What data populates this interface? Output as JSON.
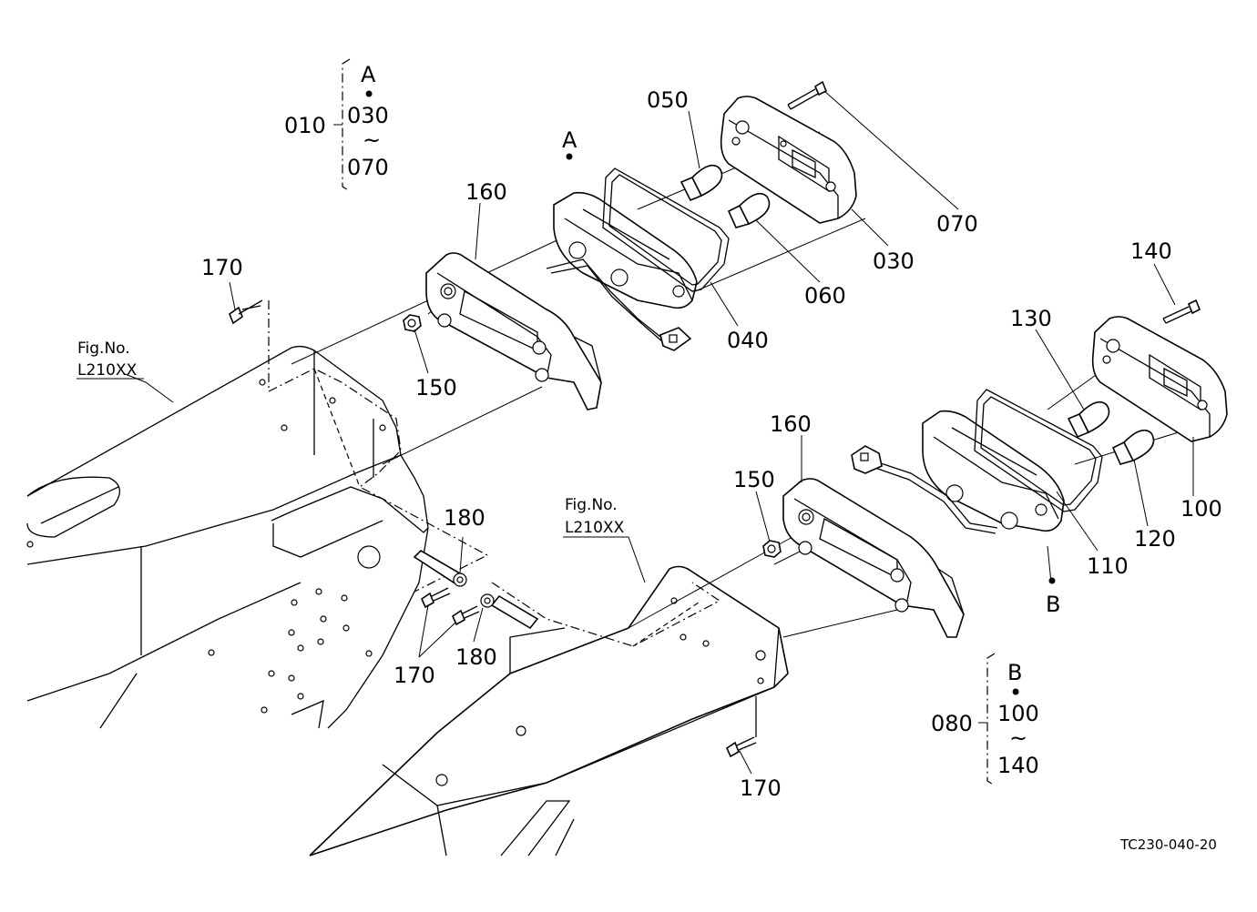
{
  "callouts": {
    "c010": "010",
    "c030": "030",
    "c040": "040",
    "c050": "050",
    "c060": "060",
    "c070": "070",
    "c080": "080",
    "c100": "100",
    "c110": "110",
    "c120": "120",
    "c130": "130",
    "c140": "140",
    "c150_top": "150",
    "c150_bottom": "150",
    "c160_top": "160",
    "c160_bottom": "160",
    "c170_top": "170",
    "c170_middle": "170",
    "c170_bottom": "170",
    "c180_top": "180",
    "c180_bottom": "180"
  },
  "groups": {
    "a_group": {
      "marker": "A",
      "dot": "•",
      "start": "030",
      "tilde": "~",
      "end": "070"
    },
    "b_group": {
      "marker": "B",
      "dot": "•",
      "start": "100",
      "tilde": "~",
      "end": "140"
    }
  },
  "markers": {
    "point_a": "A",
    "point_b": "B"
  },
  "references": {
    "fig_left_line1": "Fig.No.",
    "fig_left_line2": "L210XX",
    "fig_right_line1": "Fig.No.",
    "fig_right_line2": "L210XX"
  },
  "drawing_code": "TC230-040-20"
}
